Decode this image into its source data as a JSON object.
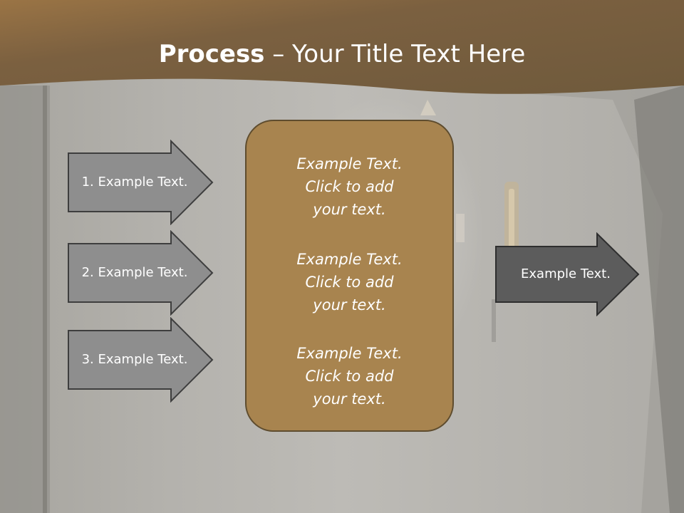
{
  "slide": {
    "title_bold": "Process",
    "title_rest": " – Your Title Text Here"
  },
  "inputs": [
    {
      "label": "1. Example Text."
    },
    {
      "label": "2. Example Text."
    },
    {
      "label": "3. Example Text."
    }
  ],
  "center_box": {
    "paragraphs": [
      "Example Text.\nClick  to add\nyour text.",
      "Example Text.\nClick  to add\nyour text.",
      "Example Text.\nClick  to add\nyour text."
    ]
  },
  "output": {
    "label": "Example Text."
  },
  "colors": {
    "header": "#7a6040",
    "box_fill": "#a8844f",
    "input_arrow": "#8e8e8e",
    "output_arrow": "#5c5c5c"
  }
}
